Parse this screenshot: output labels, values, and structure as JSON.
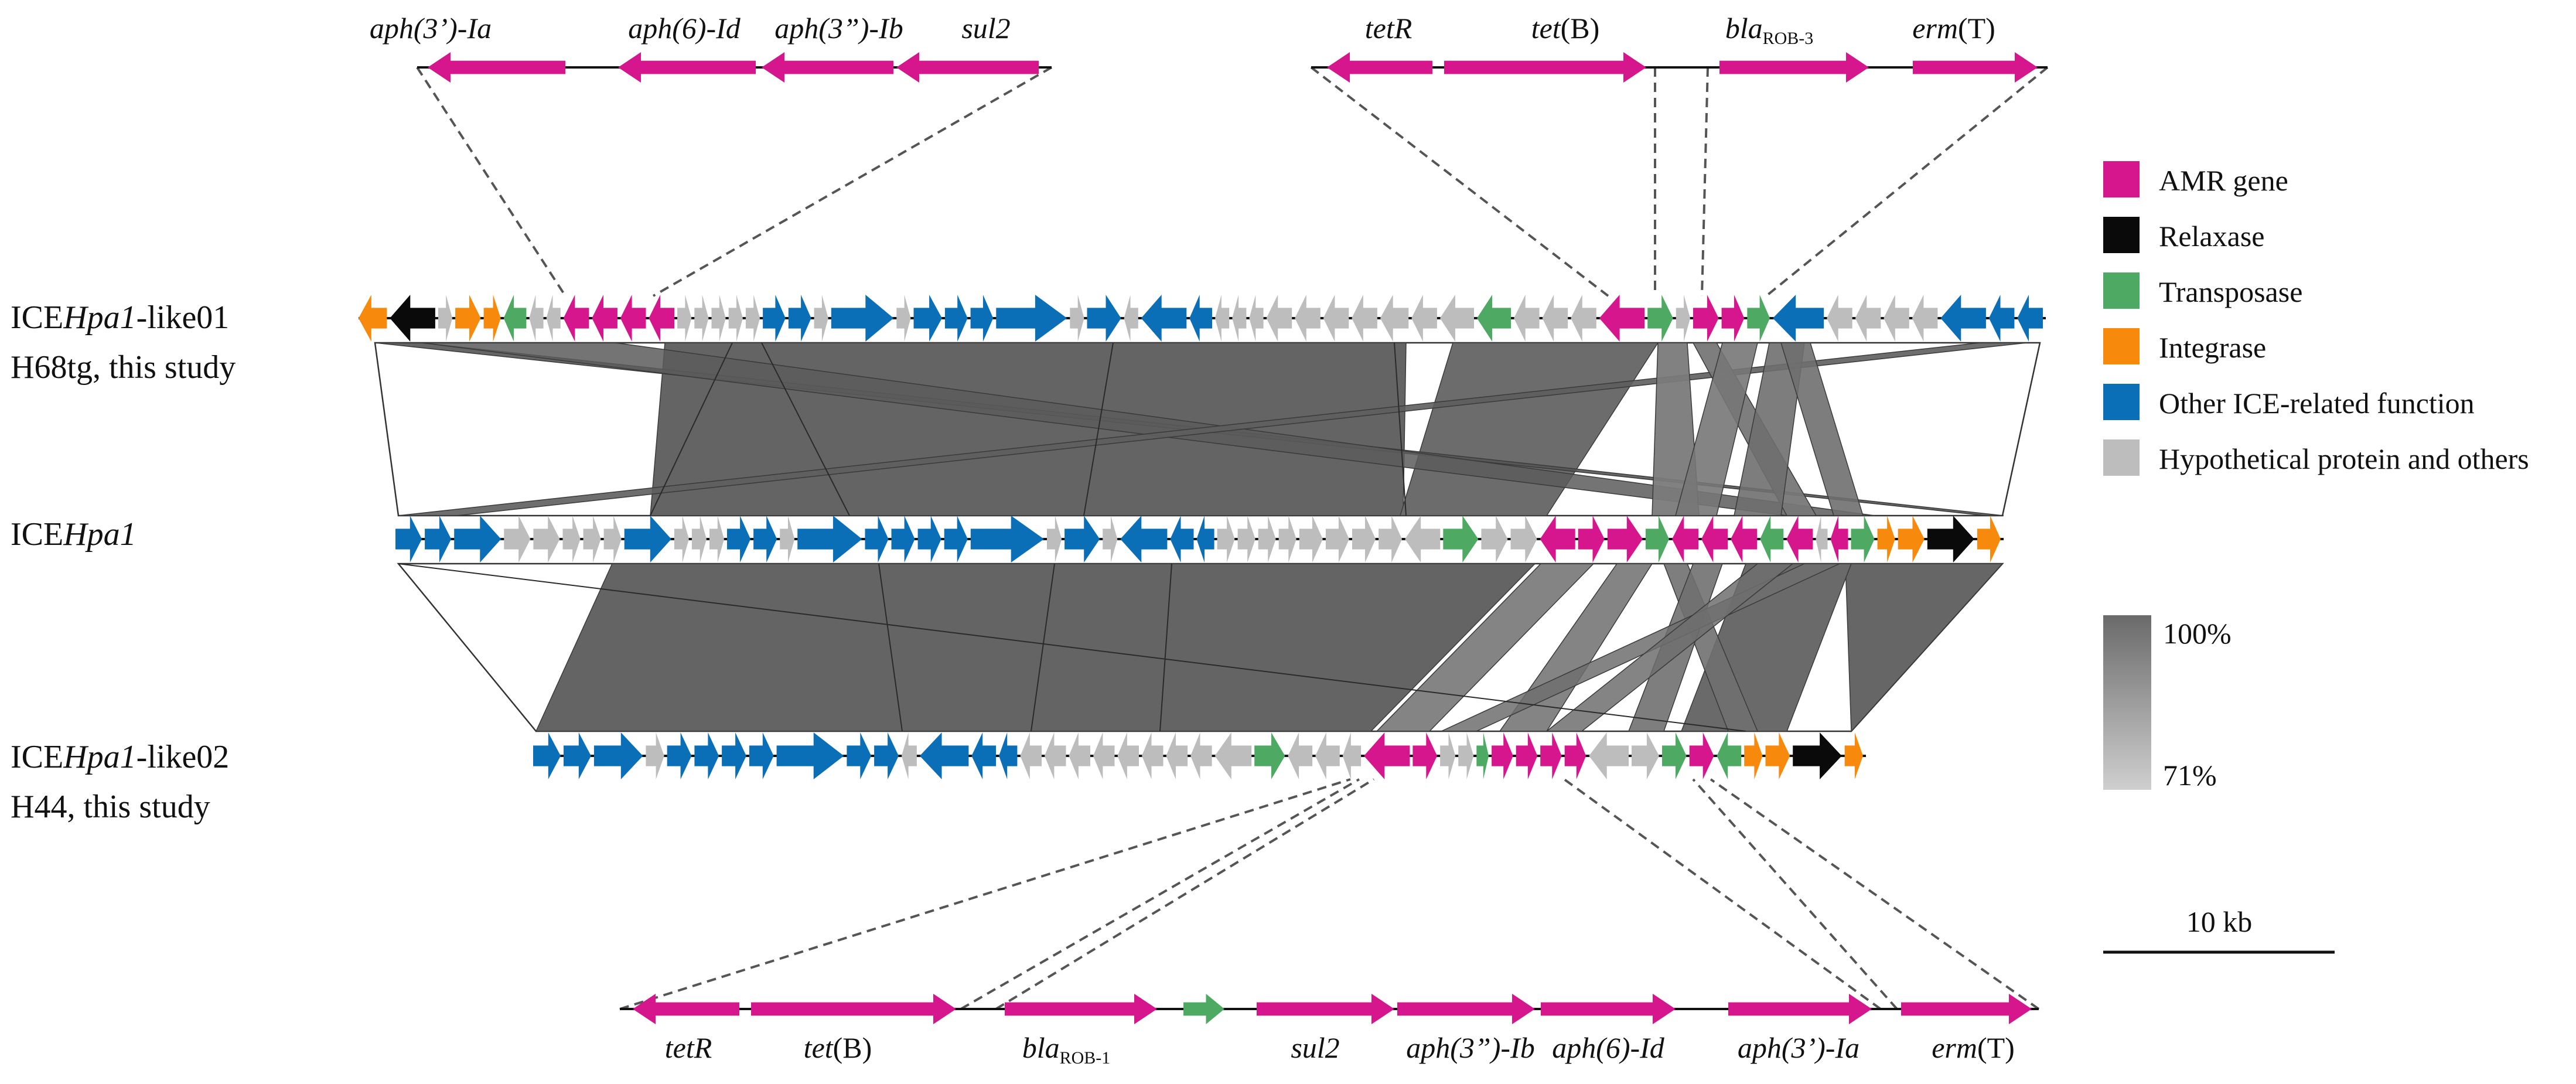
{
  "tracks": [
    {
      "id": "t1",
      "line1_pre": "ICE",
      "line1_it": "Hpa1",
      "line1_post": "-like01",
      "line2": "H68tg, this study"
    },
    {
      "id": "t2",
      "line1_pre": "ICE",
      "line1_it": "Hpa1",
      "line1_post": "",
      "line2": ""
    },
    {
      "id": "t3",
      "line1_pre": "ICE",
      "line1_it": "Hpa1",
      "line1_post": "-like02",
      "line2": "H44, this study"
    }
  ],
  "top_left_genes": [
    {
      "it": "aph(3’)-Ia",
      "up": "",
      "sub": ""
    },
    {
      "it": "aph(6)-Id",
      "up": "",
      "sub": ""
    },
    {
      "it": "aph(3”)-Ib",
      "up": "",
      "sub": ""
    },
    {
      "it": "sul2",
      "up": "",
      "sub": ""
    }
  ],
  "top_right_genes": [
    {
      "it": "tetR",
      "up": "",
      "sub": ""
    },
    {
      "it": "tet",
      "up": "(B)",
      "sub": ""
    },
    {
      "it": "bla",
      "up": "",
      "sub": "ROB-3"
    },
    {
      "it": "erm",
      "up": "(T)",
      "sub": ""
    }
  ],
  "bottom_genes": [
    {
      "it": "tetR",
      "up": "",
      "sub": ""
    },
    {
      "it": "tet",
      "up": "(B)",
      "sub": ""
    },
    {
      "it": "bla",
      "up": "",
      "sub": "ROB-1"
    },
    {
      "it": "sul2",
      "up": "",
      "sub": ""
    },
    {
      "it": "aph(3”)-Ib",
      "up": "",
      "sub": ""
    },
    {
      "it": "aph(6)-Id",
      "up": "",
      "sub": ""
    },
    {
      "it": "aph(3’)-Ia",
      "up": "",
      "sub": ""
    },
    {
      "it": "erm",
      "up": "(T)",
      "sub": ""
    }
  ],
  "legend": {
    "items": [
      {
        "label": "AMR gene",
        "color": "#d5168c"
      },
      {
        "label": "Relaxase",
        "color": "#0a0a0a"
      },
      {
        "label": "Transposase",
        "color": "#4eaa63"
      },
      {
        "label": "Integrase",
        "color": "#f7890c"
      },
      {
        "label": "Other ICE-related function",
        "color": "#0b6fb8"
      },
      {
        "label": "Hypothetical protein and others",
        "color": "#bdbdbd"
      }
    ],
    "identity_high": "100%",
    "identity_low": "71%",
    "scale_label": "10 kb"
  }
}
